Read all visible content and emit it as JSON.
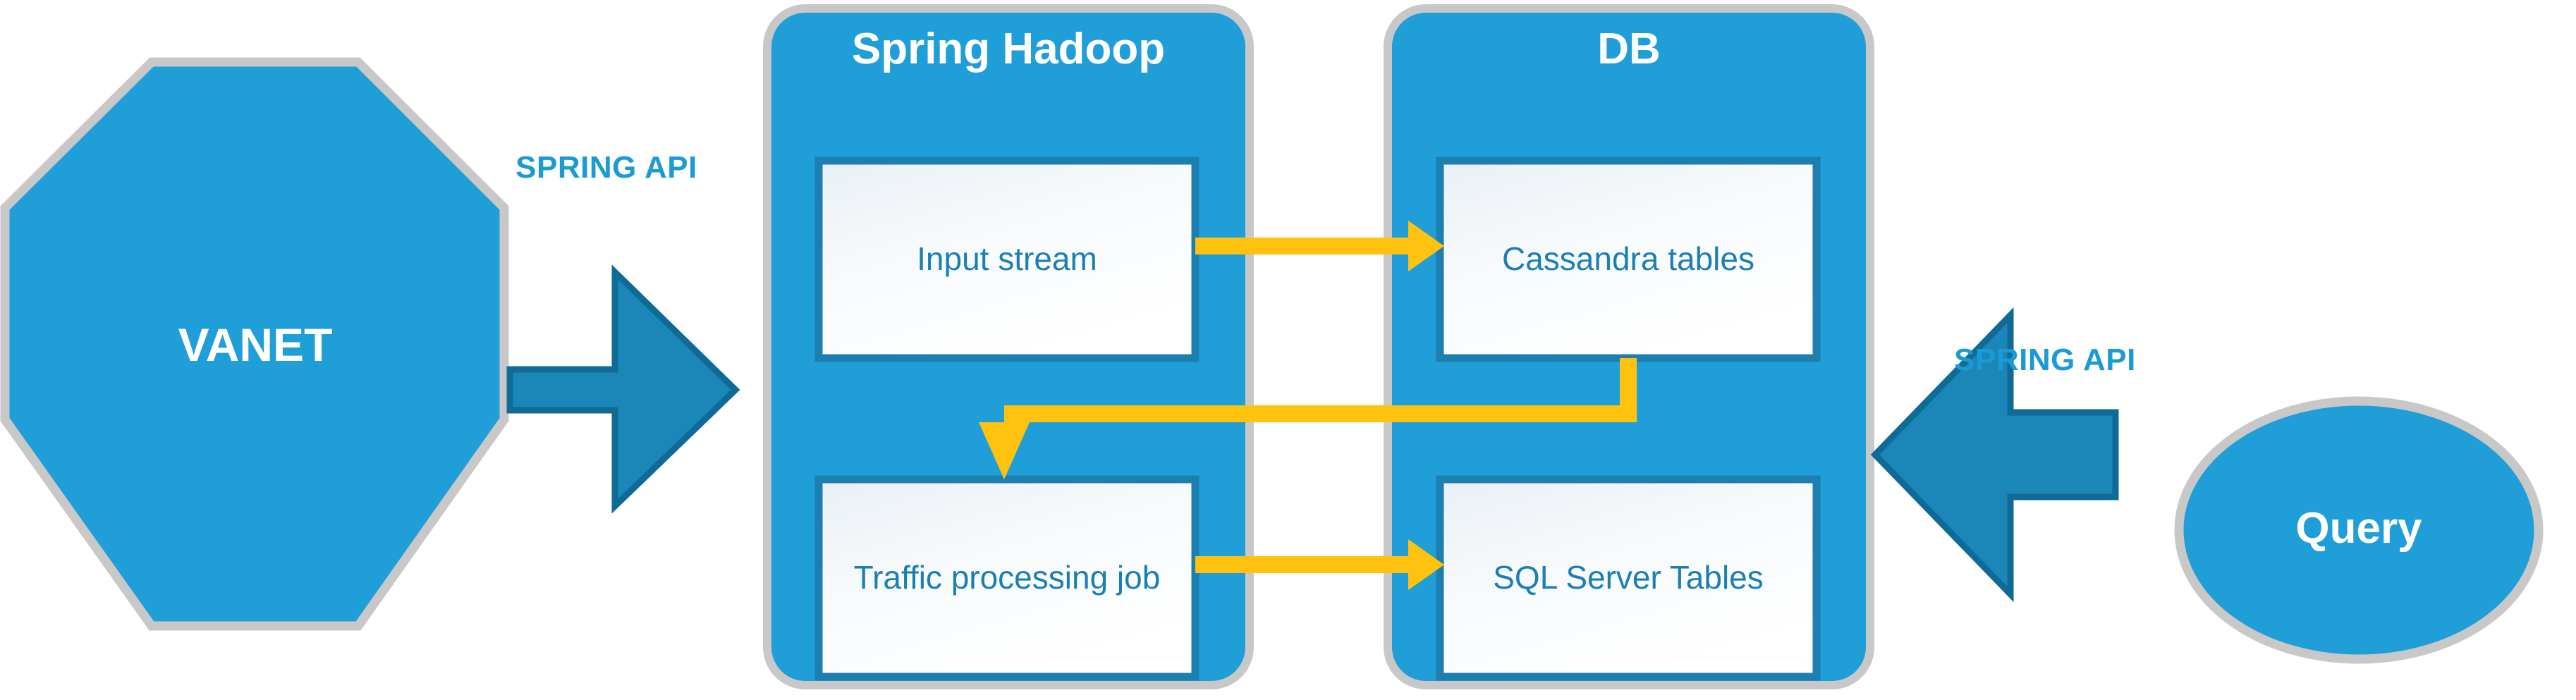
{
  "diagram": {
    "title": "VANET traffic data pipeline architecture",
    "background": "#ffffff",
    "colors": {
      "node_fill": "#1f9ed8",
      "node_border": "#c8c8c8",
      "panel_fill": "#1f9ed8",
      "panel_border": "#c8c8c8",
      "inner_box_fill_top": "#eef3f7",
      "inner_box_fill_bottom": "#ffffff",
      "inner_box_border": "#1c7fb0",
      "inner_text": "#1a7fb5",
      "big_arrow_fill": "#1b86b8",
      "big_arrow_border": "#0f6a96",
      "connector_yellow": "#ffc20e",
      "label_blue": "#1c9ad6",
      "title_white": "#ffffff"
    }
  },
  "nodes": {
    "vanet": {
      "label": "VANET",
      "shape": "octagon"
    },
    "query": {
      "label": "Query",
      "shape": "ellipse"
    }
  },
  "panels": [
    {
      "id": "spring-hadoop",
      "title": "Spring Hadoop",
      "boxes": [
        {
          "id": "input-stream",
          "label": "Input stream"
        },
        {
          "id": "traffic-processing-job",
          "label": "Traffic processing job"
        }
      ]
    },
    {
      "id": "db",
      "title": "DB",
      "boxes": [
        {
          "id": "cassandra-tables",
          "label": "Cassandra tables"
        },
        {
          "id": "sql-server-tables",
          "label": "SQL Server Tables"
        }
      ]
    }
  ],
  "edge_labels": {
    "left_spring_api": "SPRING API",
    "right_spring_api": "SPRING API"
  },
  "connectors": [
    {
      "id": "vanet-to-spring-hadoop",
      "from": "VANET",
      "to": "Spring Hadoop",
      "style": "block-arrow-right",
      "label": "SPRING API"
    },
    {
      "id": "input-stream-to-cassandra",
      "from": "Input stream",
      "to": "Cassandra tables",
      "style": "yellow-arrow-right"
    },
    {
      "id": "cassandra-to-traffic-job",
      "from": "Cassandra tables",
      "to": "Traffic processing job",
      "style": "yellow-elbow-arrow-down"
    },
    {
      "id": "traffic-job-to-sql-server",
      "from": "Traffic processing job",
      "to": "SQL Server Tables",
      "style": "yellow-arrow-right"
    },
    {
      "id": "query-to-db",
      "from": "Query",
      "to": "DB",
      "style": "block-arrow-left",
      "label": "SPRING API"
    }
  ]
}
